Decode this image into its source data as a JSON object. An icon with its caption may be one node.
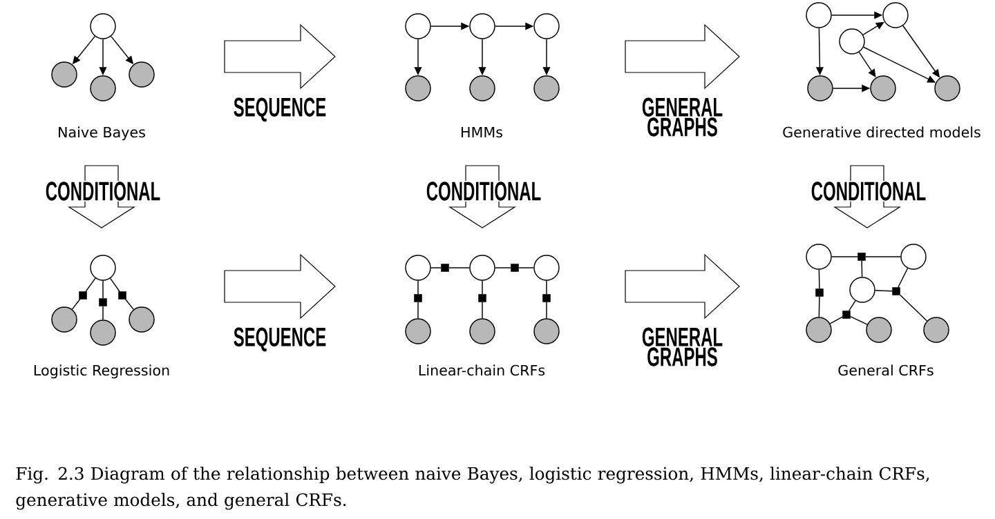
{
  "diagram": {
    "caption": "Fig. 2.3 Diagram of the relationship between naive Bayes, logistic regression, HMMs, linear-chain CRFs, generative models, and general CRFs.",
    "nodes": [
      {
        "text": [
          "Naive Bayes"
        ]
      },
      {
        "text": [],
        "shape": "circle",
        "in": 0
      },
      {
        "text": [],
        "shape": "circle",
        "in": 0
      },
      {
        "text": [],
        "shape": "circle",
        "in": 0
      },
      {
        "text": [],
        "shape": "circle",
        "in": 0
      },
      {
        "text": [
          "HMMs"
        ]
      },
      {
        "text": [],
        "shape": "circle",
        "in": 5
      },
      {
        "text": [],
        "shape": "circle",
        "in": 5
      },
      {
        "text": [],
        "shape": "circle",
        "in": 5
      },
      {
        "text": [],
        "shape": "circle",
        "in": 5
      },
      {
        "text": [],
        "shape": "circle",
        "in": 5
      },
      {
        "text": [],
        "shape": "circle",
        "in": 5
      },
      {
        "text": [
          "Generative directed models"
        ]
      },
      {
        "text": [],
        "shape": "circle",
        "in": 12
      },
      {
        "text": [],
        "shape": "circle",
        "in": 12
      },
      {
        "text": [],
        "shape": "circle",
        "in": 12
      },
      {
        "text": [],
        "shape": "circle",
        "in": 12
      },
      {
        "text": [],
        "shape": "circle",
        "in": 12
      },
      {
        "text": [],
        "shape": "circle",
        "in": 12
      },
      {
        "text": [
          "Logistic Regression"
        ]
      },
      {
        "text": [],
        "shape": "circle",
        "in": 19
      },
      {
        "text": [],
        "shape": "circle",
        "in": 19
      },
      {
        "text": [],
        "shape": "circle",
        "in": 19
      },
      {
        "text": [],
        "shape": "circle",
        "in": 19
      },
      {
        "text": [],
        "shape": "box",
        "in": 19
      },
      {
        "text": [],
        "shape": "box",
        "in": 19
      },
      {
        "text": [],
        "shape": "box",
        "in": 19
      },
      {
        "text": [
          "Linear-chain CRFs"
        ]
      },
      {
        "text": [],
        "shape": "circle",
        "in": 27
      },
      {
        "text": [],
        "shape": "circle",
        "in": 27
      },
      {
        "text": [],
        "shape": "circle",
        "in": 27
      },
      {
        "text": [],
        "shape": "circle",
        "in": 27
      },
      {
        "text": [],
        "shape": "circle",
        "in": 27
      },
      {
        "text": [],
        "shape": "circle",
        "in": 27
      },
      {
        "text": [],
        "shape": "box",
        "in": 27
      },
      {
        "text": [],
        "shape": "box",
        "in": 27
      },
      {
        "text": [],
        "shape": "box",
        "in": 27
      },
      {
        "text": [],
        "shape": "box",
        "in": 27
      },
      {
        "text": [],
        "shape": "box",
        "in": 27
      },
      {
        "text": [
          "General CRFs"
        ]
      },
      {
        "text": [],
        "shape": "circle",
        "in": 39
      },
      {
        "text": [],
        "shape": "circle",
        "in": 39
      },
      {
        "text": [],
        "shape": "circle",
        "in": 39
      },
      {
        "text": [],
        "shape": "circle",
        "in": 39
      },
      {
        "text": [],
        "shape": "circle",
        "in": 39
      },
      {
        "text": [],
        "shape": "circle",
        "in": 39
      },
      {
        "text": [],
        "shape": "box",
        "in": 39
      },
      {
        "text": [],
        "shape": "box",
        "in": 39
      },
      {
        "text": [],
        "shape": "box",
        "in": 39
      },
      {
        "text": [],
        "shape": "box",
        "in": 39
      }
    ],
    "edges": [
      {
        "from": 1,
        "to": 2,
        "arrow": "to"
      },
      {
        "from": 1,
        "to": 3,
        "arrow": "to"
      },
      {
        "from": 1,
        "to": 4,
        "arrow": "to"
      },
      {
        "from": 0,
        "to": 5,
        "arrow": "to",
        "label": "SEQUENCE"
      },
      {
        "from": 6,
        "to": 7,
        "arrow": "to"
      },
      {
        "from": 7,
        "to": 8,
        "arrow": "to"
      },
      {
        "from": 6,
        "to": 9,
        "arrow": "to"
      },
      {
        "from": 7,
        "to": 10,
        "arrow": "to"
      },
      {
        "from": 8,
        "to": 11,
        "arrow": "to"
      },
      {
        "from": 5,
        "to": 12,
        "arrow": "to",
        "label": "GENERAL GRAPHS"
      },
      {
        "from": 13,
        "to": 14,
        "arrow": "to"
      },
      {
        "from": 13,
        "to": 16,
        "arrow": "to"
      },
      {
        "from": 15,
        "to": 14,
        "arrow": "to"
      },
      {
        "from": 15,
        "to": 17,
        "arrow": "to"
      },
      {
        "from": 15,
        "to": 18,
        "arrow": "to"
      },
      {
        "from": 14,
        "to": 18,
        "arrow": "to"
      },
      {
        "from": 16,
        "to": 17,
        "arrow": "to"
      },
      {
        "from": 0,
        "to": 19,
        "arrow": "to",
        "label": "CONDITIONAL"
      },
      {
        "from": 5,
        "to": 27,
        "arrow": "to",
        "label": "CONDITIONAL"
      },
      {
        "from": 12,
        "to": 39,
        "arrow": "to",
        "label": "CONDITIONAL"
      },
      {
        "from": 20,
        "to": 24,
        "arrow": "none"
      },
      {
        "from": 24,
        "to": 21,
        "arrow": "none"
      },
      {
        "from": 20,
        "to": 25,
        "arrow": "none"
      },
      {
        "from": 25,
        "to": 22,
        "arrow": "none"
      },
      {
        "from": 20,
        "to": 26,
        "arrow": "none"
      },
      {
        "from": 26,
        "to": 23,
        "arrow": "none"
      },
      {
        "from": 19,
        "to": 27,
        "arrow": "to",
        "label": "SEQUENCE"
      },
      {
        "from": 28,
        "to": 34,
        "arrow": "none"
      },
      {
        "from": 34,
        "to": 29,
        "arrow": "none"
      },
      {
        "from": 29,
        "to": 35,
        "arrow": "none"
      },
      {
        "from": 35,
        "to": 30,
        "arrow": "none"
      },
      {
        "from": 28,
        "to": 36,
        "arrow": "none"
      },
      {
        "from": 36,
        "to": 31,
        "arrow": "none"
      },
      {
        "from": 29,
        "to": 37,
        "arrow": "none"
      },
      {
        "from": 37,
        "to": 32,
        "arrow": "none"
      },
      {
        "from": 30,
        "to": 38,
        "arrow": "none"
      },
      {
        "from": 38,
        "to": 33,
        "arrow": "none"
      },
      {
        "from": 27,
        "to": 39,
        "arrow": "to",
        "label": "GENERAL GRAPHS"
      },
      {
        "from": 40,
        "to": 46,
        "arrow": "none"
      },
      {
        "from": 46,
        "to": 41,
        "arrow": "none"
      },
      {
        "from": 46,
        "to": 42,
        "arrow": "none"
      },
      {
        "from": 40,
        "to": 47,
        "arrow": "none"
      },
      {
        "from": 47,
        "to": 43,
        "arrow": "none"
      },
      {
        "from": 41,
        "to": 48,
        "arrow": "none"
      },
      {
        "from": 48,
        "to": 42,
        "arrow": "none"
      },
      {
        "from": 48,
        "to": 45,
        "arrow": "none"
      },
      {
        "from": 42,
        "to": 49,
        "arrow": "none"
      },
      {
        "from": 49,
        "to": 43,
        "arrow": "none"
      },
      {
        "from": 49,
        "to": 44,
        "arrow": "none"
      }
    ]
  }
}
